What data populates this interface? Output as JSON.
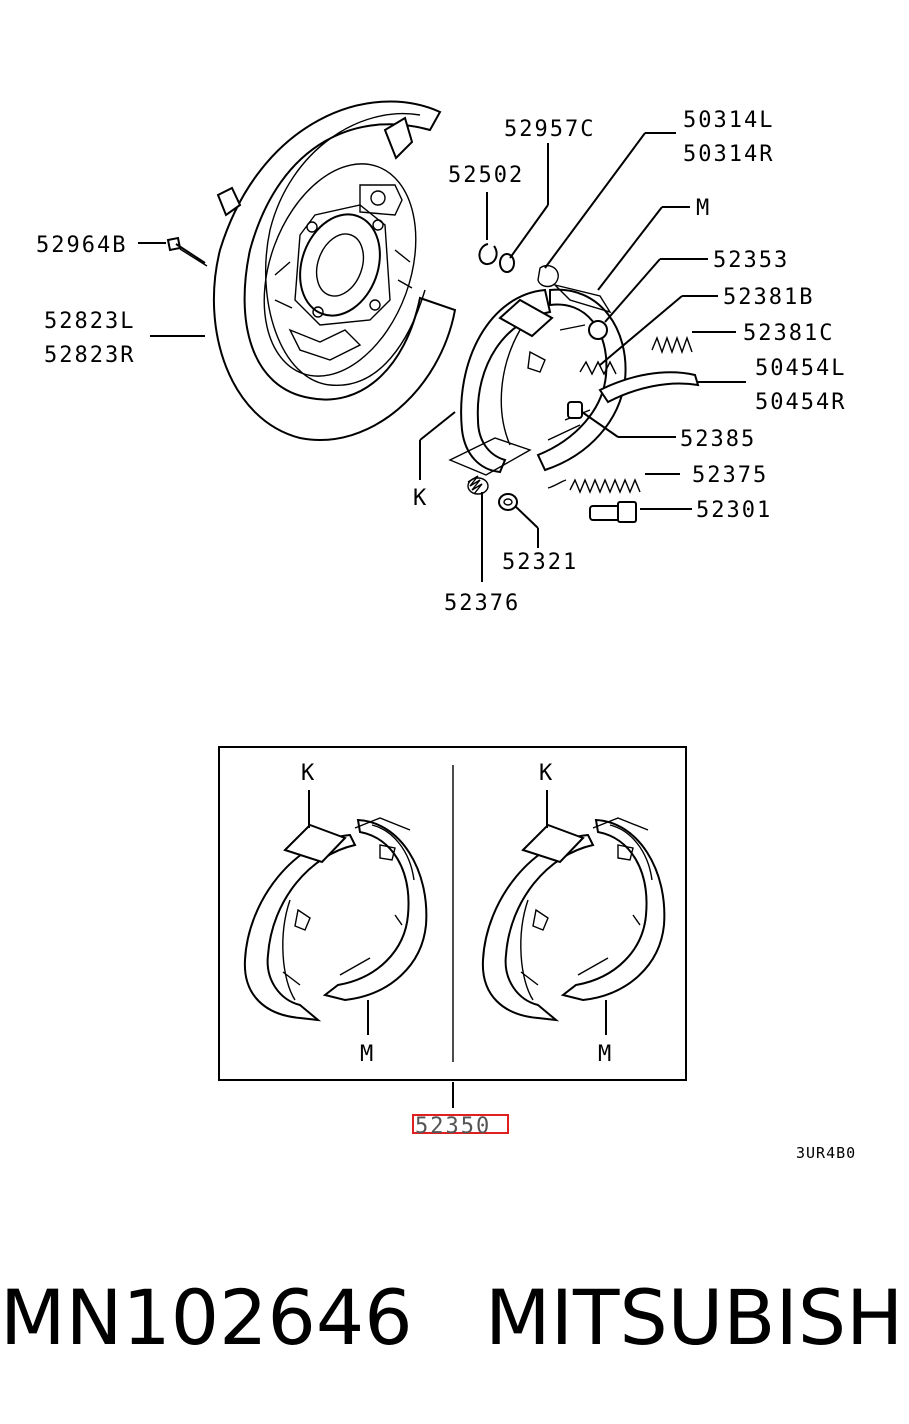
{
  "diagram": {
    "labels": {
      "p52957C": "52957C",
      "p52502": "52502",
      "p50314L": "50314L",
      "p50314R": "50314R",
      "pM": "M",
      "p52353": "52353",
      "p52381B": "52381B",
      "p52381C": "52381C",
      "p50454L": "50454L",
      "p50454R": "50454R",
      "p52385": "52385",
      "p52375": "52375",
      "p52301": "52301",
      "p52321": "52321",
      "p52376": "52376",
      "pK": "K",
      "p52964B": "52964B",
      "p52823L": "52823L",
      "p52823R": "52823R"
    },
    "kit": {
      "k_left": "K",
      "m_left": "M",
      "k_right": "K",
      "m_right": "M",
      "part_number": "52350"
    },
    "code": "3UR4B0",
    "highlight_color": "#e02020"
  },
  "caption": {
    "part_number": "MN102646",
    "brand": "MITSUBISHI"
  }
}
